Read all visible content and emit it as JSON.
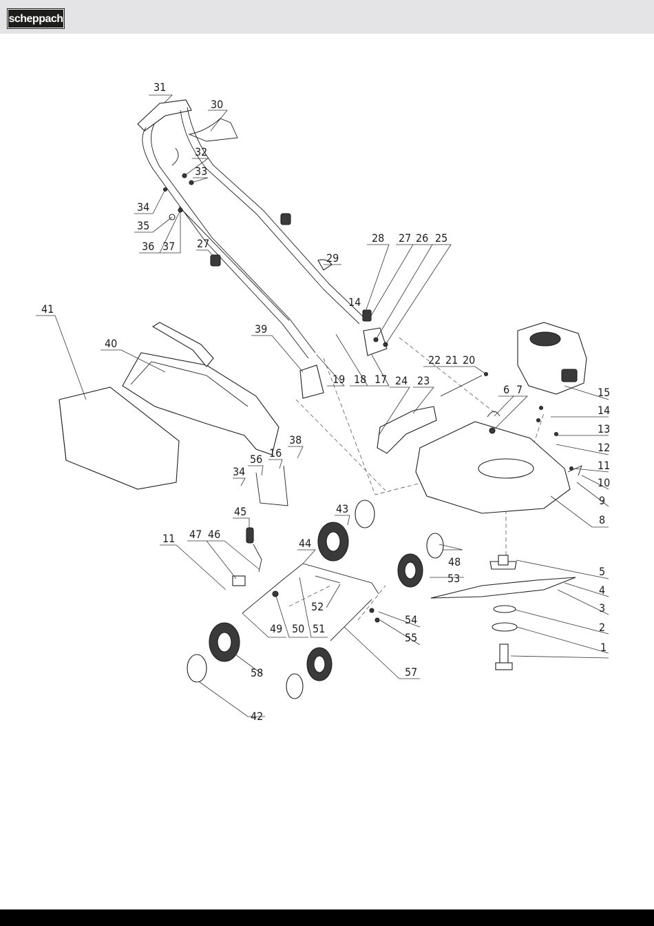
{
  "header": {
    "brand": "scheppach"
  },
  "diagram": {
    "parts": [
      "1",
      "2",
      "3",
      "4",
      "5",
      "6",
      "7",
      "8",
      "9",
      "10",
      "11",
      "12",
      "13",
      "14",
      "15",
      "16",
      "17",
      "18",
      "19",
      "20",
      "21",
      "22",
      "23",
      "24",
      "25",
      "26",
      "27",
      "28",
      "29",
      "30",
      "31",
      "32",
      "33",
      "34",
      "35",
      "36",
      "37",
      "38",
      "39",
      "40",
      "41",
      "42",
      "43",
      "44",
      "45",
      "46",
      "47",
      "48",
      "49",
      "50",
      "51",
      "52",
      "53",
      "54",
      "55",
      "56",
      "57",
      "58"
    ],
    "labels": {
      "l31": "31",
      "l30": "30",
      "l32": "32",
      "l33": "33",
      "l34a": "34",
      "l35": "35",
      "l36": "36",
      "l37": "37",
      "l27a": "27",
      "l28": "28",
      "l27b": "27",
      "l26": "26",
      "l25": "25",
      "l29": "29",
      "l14a": "14",
      "l41": "41",
      "l39": "39",
      "l40": "40",
      "l19": "19",
      "l18": "18",
      "l17": "17",
      "l22": "22",
      "l21": "21",
      "l20": "20",
      "l24": "24",
      "l23": "23",
      "l6": "6",
      "l7": "7",
      "l15": "15",
      "l14b": "14",
      "l13": "13",
      "l12": "12",
      "l11a": "11",
      "l10": "10",
      "l9": "9",
      "l8": "8",
      "l38": "38",
      "l16": "16",
      "l56": "56",
      "l34b": "34",
      "l45": "45",
      "l43": "43",
      "l47": "47",
      "l46": "46",
      "l11b": "11",
      "l44": "44",
      "l48": "48",
      "l53": "53",
      "l5": "5",
      "l4": "4",
      "l3": "3",
      "l52": "52",
      "l2": "2",
      "l1": "1",
      "l54": "54",
      "l49": "49",
      "l50": "50",
      "l51": "51",
      "l55": "55",
      "l58": "58",
      "l57": "57",
      "l42": "42"
    }
  }
}
